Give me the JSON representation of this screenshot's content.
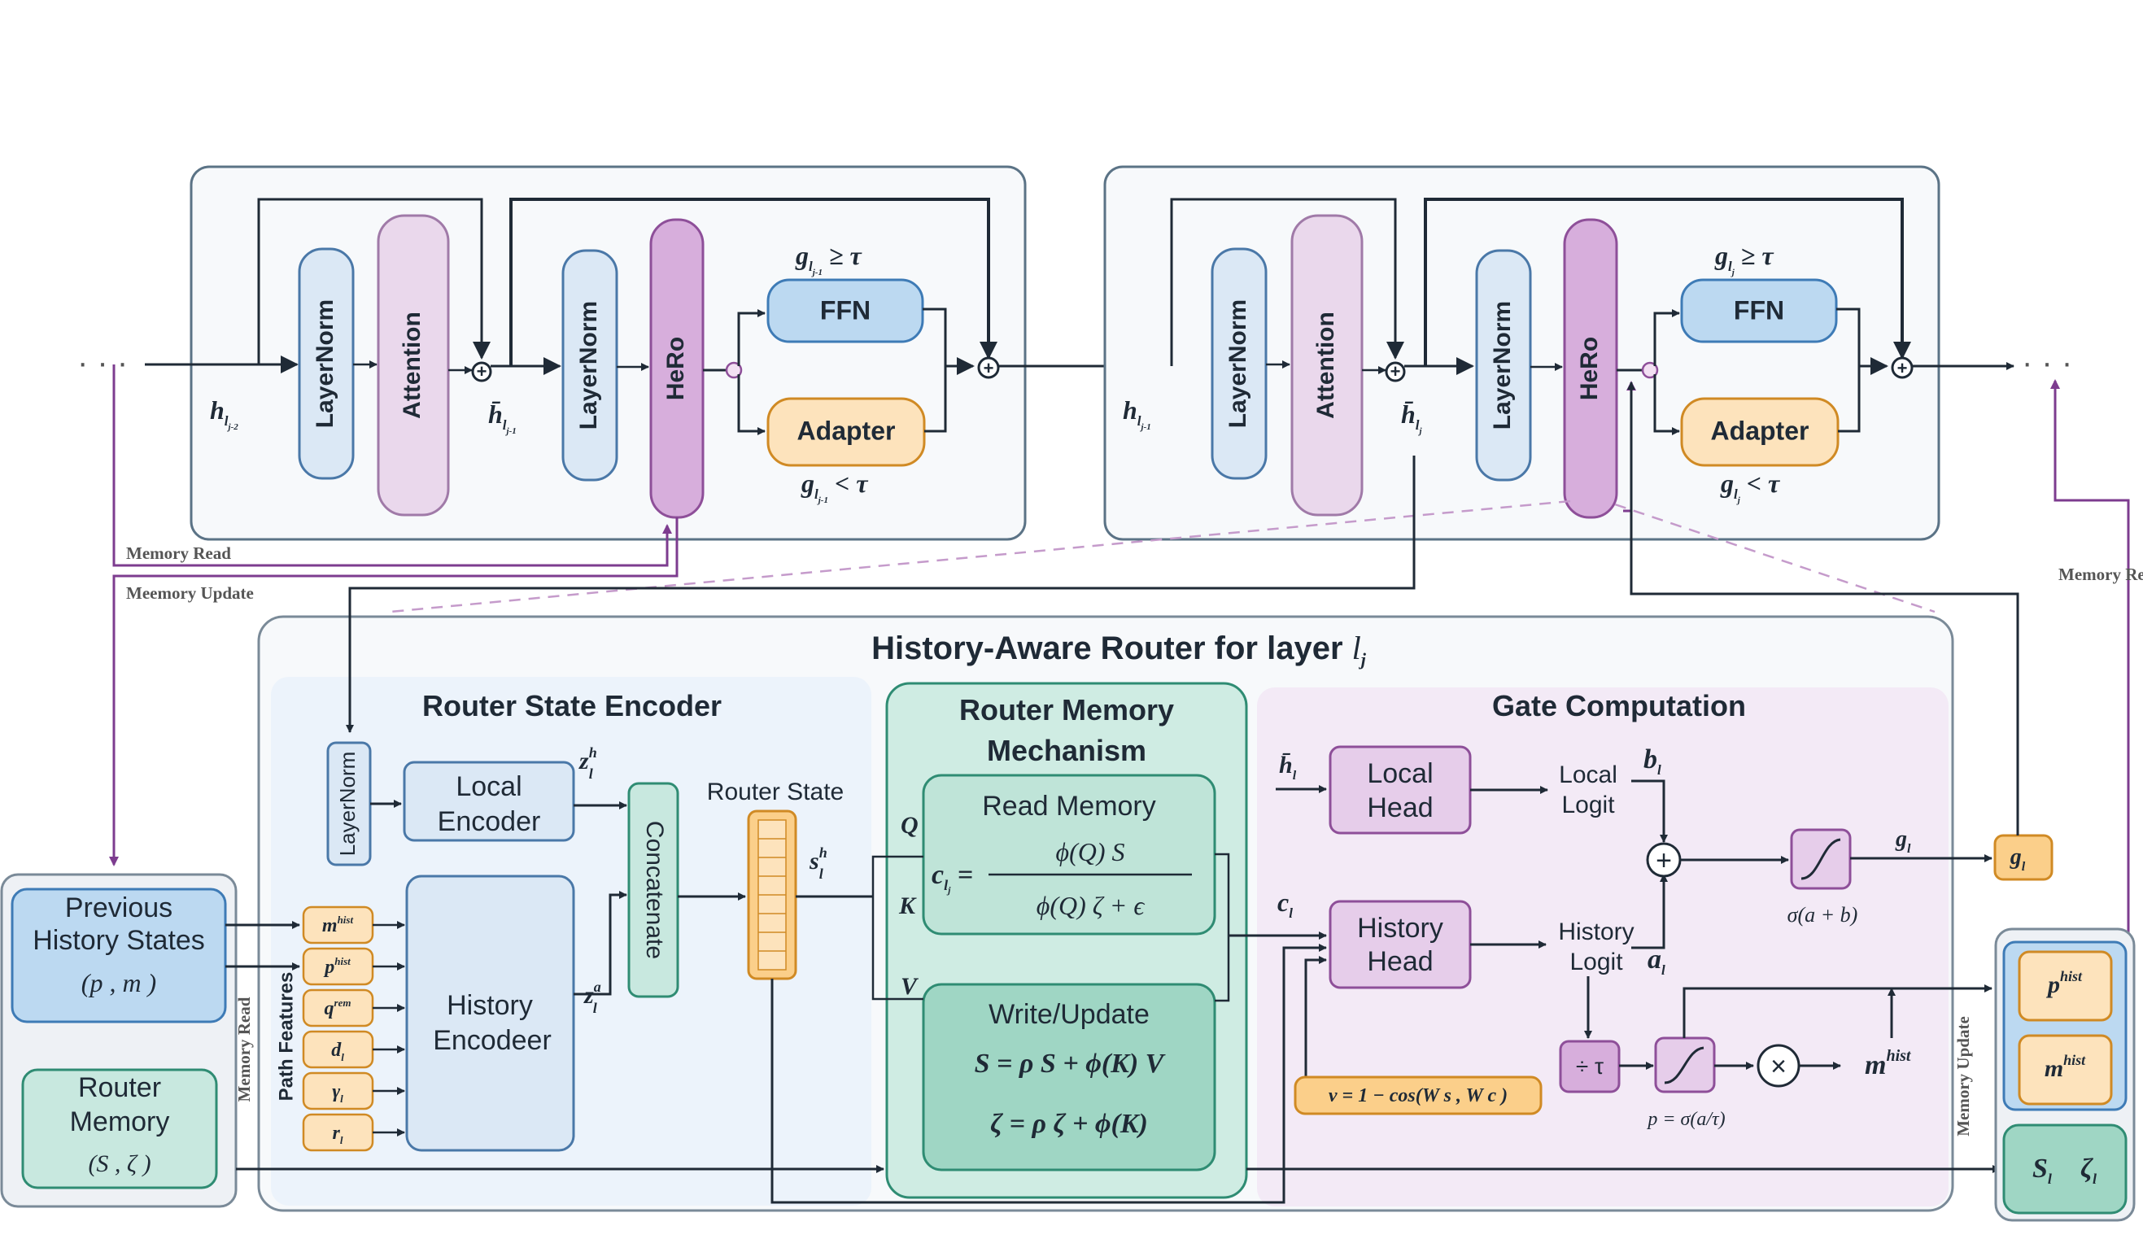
{
  "colors": {
    "layernorm_fill": "#dbe8f5",
    "layernorm_stroke": "#4a78a8",
    "attention_fill": "#ead8ec",
    "attention_stroke": "#a07aa8",
    "hero_fill": "#d7aedc",
    "hero_stroke": "#8e4f99",
    "ffn_fill": "#bcd9f1",
    "ffn_stroke": "#3e7bb6",
    "adapter_fill": "#fde3bc",
    "adapter_stroke": "#d08a24",
    "teal_fill": "#c8e8df",
    "teal_stroke": "#2f8c73",
    "purple_line": "#7d3c8f",
    "dark_line": "#1f2a36",
    "orange_fill": "#fbcf8a",
    "orange_stroke": "#d08a24"
  },
  "top_blocks": {
    "left": {
      "input_label": "h",
      "input_sub": "l",
      "input_sub2": "j-2",
      "mid_label": "h̄",
      "mid_sub2": "j-1",
      "gate_ffn_label": "g",
      "gate_ffn_sub2": "j-1",
      "gate_ffn_op": " ≥ τ",
      "gate_adapter_label": "g",
      "gate_adapter_sub2": "j-1",
      "gate_adapter_op": " < τ"
    },
    "right": {
      "input_label": "h",
      "input_sub2": "j-1",
      "mid_label": "h̄",
      "mid_sub2": "j",
      "gate_ffn_label": "g",
      "gate_ffn_sub2": "j",
      "gate_ffn_op": " ≥ τ",
      "gate_adapter_label": "g",
      "gate_adapter_sub2": "j",
      "gate_adapter_op": " < τ"
    },
    "layernorm": "LayerNorm",
    "attention": "Attention",
    "hero": "HeRo",
    "ffn": "FFN",
    "adapter": "Adapter",
    "ellipsis": "· · ·"
  },
  "memory_labels": {
    "memory_read_left": "Memory Read",
    "memory_update_left": "Meemory Update",
    "memory_read_right": "Memory Read",
    "memory_read_vertical": "Memory Read",
    "memory_update_vertical": "Memory Update"
  },
  "router": {
    "title": "History-Aware Router for layer",
    "title_var": "l",
    "title_sub": "j",
    "encoder": {
      "title": "Router State Encoder",
      "layernorm": "LayerNorm",
      "local_encoder_line1": "Local",
      "local_encoder_line2": "Encoder",
      "history_encoder_line1": "History",
      "history_encoder_line2": "Encodeer",
      "concatenate": "Concatenate",
      "router_state": "Router State",
      "path_features": "Path Features",
      "zh": "z",
      "zh_sup": "h",
      "za": "z",
      "za_sup": "a",
      "sh": "s",
      "sh_sup": "h",
      "features": [
        {
          "base": "m",
          "sup": "hist",
          "sub": "l",
          "subsub": "j-1"
        },
        {
          "base": "p",
          "sup": "hist",
          "sub": "l",
          "subsub": "j-1"
        },
        {
          "base": "q",
          "sup": "rem",
          "sub": "l",
          "subsub": "j"
        },
        {
          "base": "d",
          "sup": "",
          "sub": "l",
          "subsub": "j-1"
        },
        {
          "base": "γ",
          "sup": "",
          "sub": "l",
          "subsub": "j-1"
        },
        {
          "base": "r",
          "sup": "",
          "sub": "l",
          "subsub": "j"
        }
      ]
    },
    "memory_mechanism": {
      "title_line1": "Router Memory",
      "title_line2": "Mechanism",
      "read_title": "Read Memory",
      "read_lhs": "c",
      "read_num": "ϕ(Q) S",
      "read_den": "ϕ(Q) ζ + ϵ",
      "write_title": "Write/Update",
      "write_eq1": "S = ρ S + ϕ(K) V",
      "write_eq2": "ζ = ρ ζ + ϕ(K)",
      "q": "Q",
      "k": "K",
      "v": "V"
    },
    "gate": {
      "title": "Gate Computation",
      "local_head_line1": "Local",
      "local_head_line2": "Head",
      "history_head_line1": "History",
      "history_head_line2": "Head",
      "local_logit_line1": "Local",
      "local_logit_line2": "Logit",
      "history_logit_line1": "History",
      "history_logit_line2": "Logit",
      "b": "b",
      "a": "a",
      "c": "c",
      "hbar": "h̄",
      "sigma_label": "σ(a + b)",
      "g_label": "g",
      "div_tau": "÷ τ",
      "times": "×",
      "plus": "+",
      "m_hist": "m",
      "m_hist_sup": "hist",
      "p_hist_eq": "p = σ(a/τ)",
      "nu_eq": "ν = 1 − cos(W s , W c )"
    }
  },
  "left_panel": {
    "prev_line1": "Previous",
    "prev_line2": "History States",
    "prev_eq": "(p , m )",
    "router_memory_line1": "Router",
    "router_memory_line2": "Memory",
    "router_memory_eq": "(S , ζ )"
  },
  "right_panel": {
    "p_hist": "p",
    "m_hist": "m",
    "hist_sup": "hist",
    "s": "S",
    "zeta": "ζ"
  }
}
